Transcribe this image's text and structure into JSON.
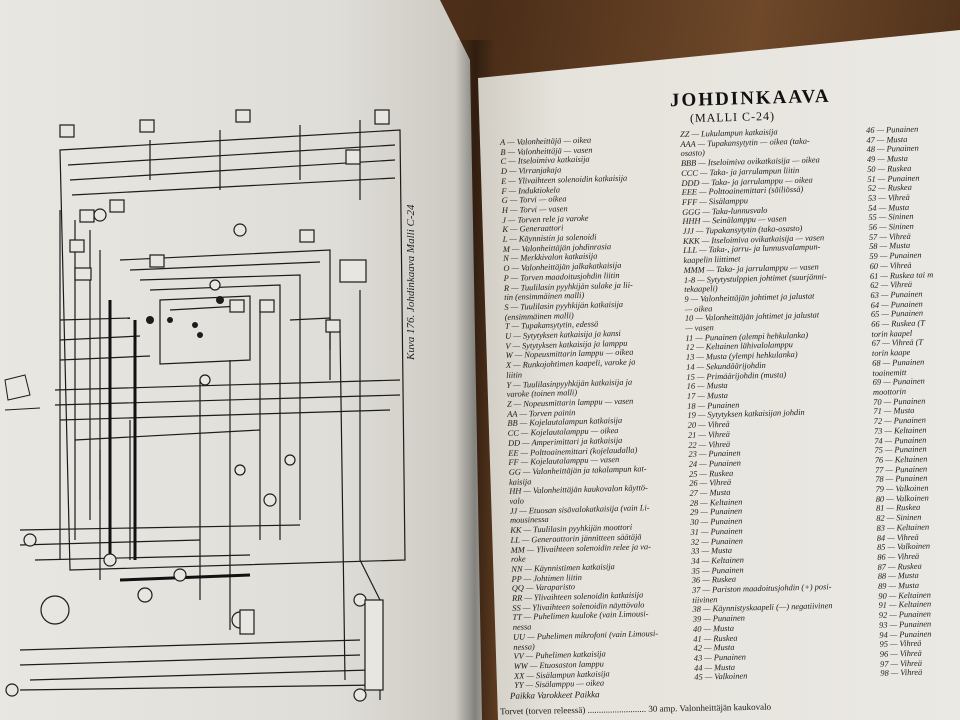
{
  "left_page": {
    "caption": "Kuva 176. Johdinkaava Malli C-24"
  },
  "right_page": {
    "title": "JOHDINKAAVA",
    "subtitle": "(MALLI C-24)",
    "col1": [
      "A — Valonheittäjä — oikea",
      "B — Valonheittäjä — vasen",
      "C — Itseloimiva katkaisija",
      "D — Virranjakaja",
      "E — Ylivaihteen solenoidin katkaisija",
      "F — Induktiokela",
      "G — Torvi — oikea",
      "H — Torvi — vasen",
      "J — Torven rele ja varoke",
      "K — Generaattori",
      "L — Käynnistin ja solenoidi",
      "M — Valonheittäjän johdinrasia",
      "N — Merkkivalon katkaisija",
      "O — Valonheittäjän jalkakatkaisija",
      "P — Torven maadoitusjohdin liitin",
      "R — Tuulilasin pyyhkijän sulake ja lii-",
      "      tin (ensimmäinen malli)",
      "S — Tuulilasin pyyhkijän katkaisija",
      "      (ensimmäinen malli)",
      "T — Tupakansytytin, edessä",
      "U — Sytytyksen katkaisija ja kansi",
      "V — Sytytyksen katkaisija ja lamppu",
      "W — Nopeusmittarin lamppu — oikea",
      "X — Runkojohtimen kaapeli, varoke ja",
      "      liitin",
      "Y — Tuulilasinpyyhkijän katkaisija ja",
      "      varoke (toinen malli)",
      "Z — Nopeusmittarin lamppu — vasen",
      "AA — Torven painin",
      "BB — Kojelautalampun katkaisija",
      "CC — Kojelautalamppu — oikea",
      "DD — Amperimittari ja katkaisija",
      "EE — Polttoainemittari (kojelaudalla)",
      "FF — Kojelautalamppu — vasen",
      "GG — Valonheittäjän ja takalampun kat-",
      "      kaisija",
      "HH — Valonheittäjän kaukovalon käyttö-",
      "      valo",
      "JJ — Etuosan sisävalokatkaisija (vain Li-",
      "      mousinessa",
      "KK — Tuulilasin pyyhkijän moottori",
      "LL — Generaattorin jännitteen säätäjä",
      "MM — Ylivaihteen solenoidin relee ja va-",
      "      roke",
      "NN — Käynnistimen katkaisija",
      "PP — Johtimen liitin",
      "QQ — Varaparisto",
      "RR — Ylivaihteen solenoidin katkaisija",
      "SS — Ylivaihteen solenoidin näyttövalo",
      "TT — Puhelimen kuuloke (vain Limousi-",
      "      nessa",
      "UU — Puhelimen mikrofoni (vain Limousi-",
      "      nessa)",
      "VV — Puhelimen katkaisija",
      "WW — Etuosaston lamppu",
      "XX — Sisälampun katkaisija",
      "YY — Sisälamppu — oikea"
    ],
    "col2": [
      "ZZ — Lukulampun katkaisija",
      "AAA — Tupakansytytin — oikea (taka-",
      "      osasto)",
      "BBB — Itseloimiva ovikatkaisija — oikea",
      "CCC — Taka- ja jarrulampun liitin",
      "DDD — Taka- ja jarrulamppu — oikea",
      "EEE — Polttoainemittari (säiliössä)",
      "FFF — Sisälamppu",
      "GGG — Taka-lunnusvalo",
      "HHH — Seinälamppu — vasen",
      "JJJ — Tupakansytytin (taka-osasto)",
      "KKK — Itseloimiva ovikatkaisija — vasen",
      "LLL — Taka-, jarru- ja lunnusvalampun-",
      "      kaapelin liittimet",
      "MMM — Taka- ja jarrulamppu — vasen",
      "1-8 — Sytytystulppien johtimet (suurjänni-",
      "      tekaapeli)",
      "9 — Valonheittäjän johtimet ja jalustat",
      "      — oikea",
      "10 — Valonheittäjän johtimet ja jalustat",
      "      — vasen",
      "11 — Punainen (alempi hehkulanka)",
      "12 — Keltainen lähivalolamppu",
      "13 — Musta (ylempi hehkulanka)",
      "14 — Sekundäärijohdin",
      "15 — Primäärijohdin (musta)",
      "16 — Musta",
      "17 — Musta",
      "18 — Punainen",
      "19 — Sytytyksen katkaisijan johdin",
      "20 — Vihreä",
      "21 — Vihreä",
      "22 — Vihreä",
      "23 — Punainen",
      "24 — Punainen",
      "25 — Ruskea",
      "26 — Vihreä",
      "27 — Musta",
      "28 — Keltainen",
      "29 — Punainen",
      "30 — Punainen",
      "31 — Punainen",
      "32 — Punainen",
      "33 — Musta",
      "34 — Keltainen",
      "35 — Punainen",
      "36 — Ruskea",
      "37 — Pariston maadoitusjohdin (+) posi-",
      "      tiivinen",
      "38 — Käynnistyskaapeli (—) negatiivinen",
      "39 — Punainen",
      "40 — Musta",
      "41 — Ruskea",
      "42 — Musta",
      "43 — Punainen",
      "44 — Musta",
      "45 — Valkoinen"
    ],
    "col3": [
      "46 — Punainen",
      "47 — Musta",
      "48 — Punainen",
      "49 — Musta",
      "50 — Ruskea",
      "51 — Punainen",
      "52 — Ruskea",
      "53 — Vihreä",
      "54 — Musta",
      "55 — Sininen",
      "56 — Sininen",
      "57 — Vihreä",
      "58 — Musta",
      "59 — Punainen",
      "60 — Vihreä",
      "61 — Ruskea tai m",
      "62 — Vihreä",
      "63 — Punainen",
      "64 — Punainen",
      "65 — Punainen",
      "66 — Ruskea (T",
      "      torin kaapel",
      "67 — Vihreä (T",
      "      torin kaape",
      "68 — Punainen",
      "      toainemitt",
      "69 — Punainen",
      "      moottorin",
      "70 — Punainen",
      "71 — Musta",
      "72 — Punainen",
      "73 — Keltainen",
      "74 — Punainen",
      "75 — Punainen",
      "76 — Keltainen",
      "77 — Punainen",
      "78 — Punainen",
      "79 — Valkoinen",
      "80 — Valkoinen",
      "81 — Ruskea",
      "82 — Sininen",
      "83 — Keltainen",
      "84 — Vihreä",
      "85 — Valkoinen",
      "86 — Vihreä",
      "87 — Ruskea",
      "88 — Musta",
      "89 — Musta",
      "90 — Keltainen",
      "91 — Keltainen",
      "92 — Punainen",
      "93 — Punainen",
      "94 — Punainen",
      "95 — Vihreä",
      "96 — Vihreä",
      "97 — Vihreä",
      "98 — Vihreä"
    ],
    "footer_headers": "Paikka                    Varokkeet                                   Paikka",
    "footer_row": "Torvet (torven releessä) .......................... 30 amp.       Valonheittäjän kaukovalo"
  }
}
